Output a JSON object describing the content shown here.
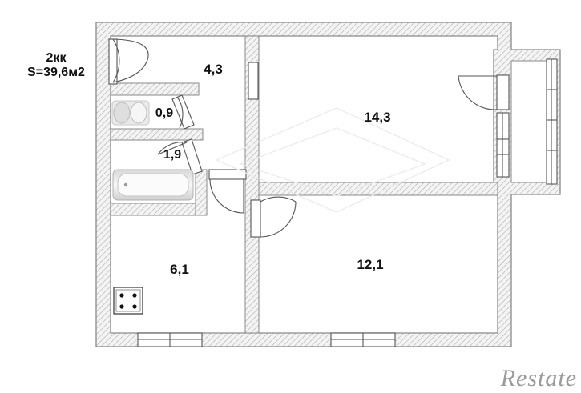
{
  "plan": {
    "title": "2кк",
    "area": "S=39,6м2",
    "rooms": {
      "hall": "4,3",
      "room_large": "14,3",
      "toilet": "0,9",
      "bath": "1,9",
      "kitchen": "6,1",
      "room_small": "12,1"
    },
    "logo": "Restate",
    "colors": {
      "wall_outline": "#8a8a8a",
      "wall_hatch": "#b5b5b5",
      "wall_fill": "#f4f4f4",
      "fixture_shade": "#c8c8c8",
      "logo": "#9a9a9a"
    }
  }
}
